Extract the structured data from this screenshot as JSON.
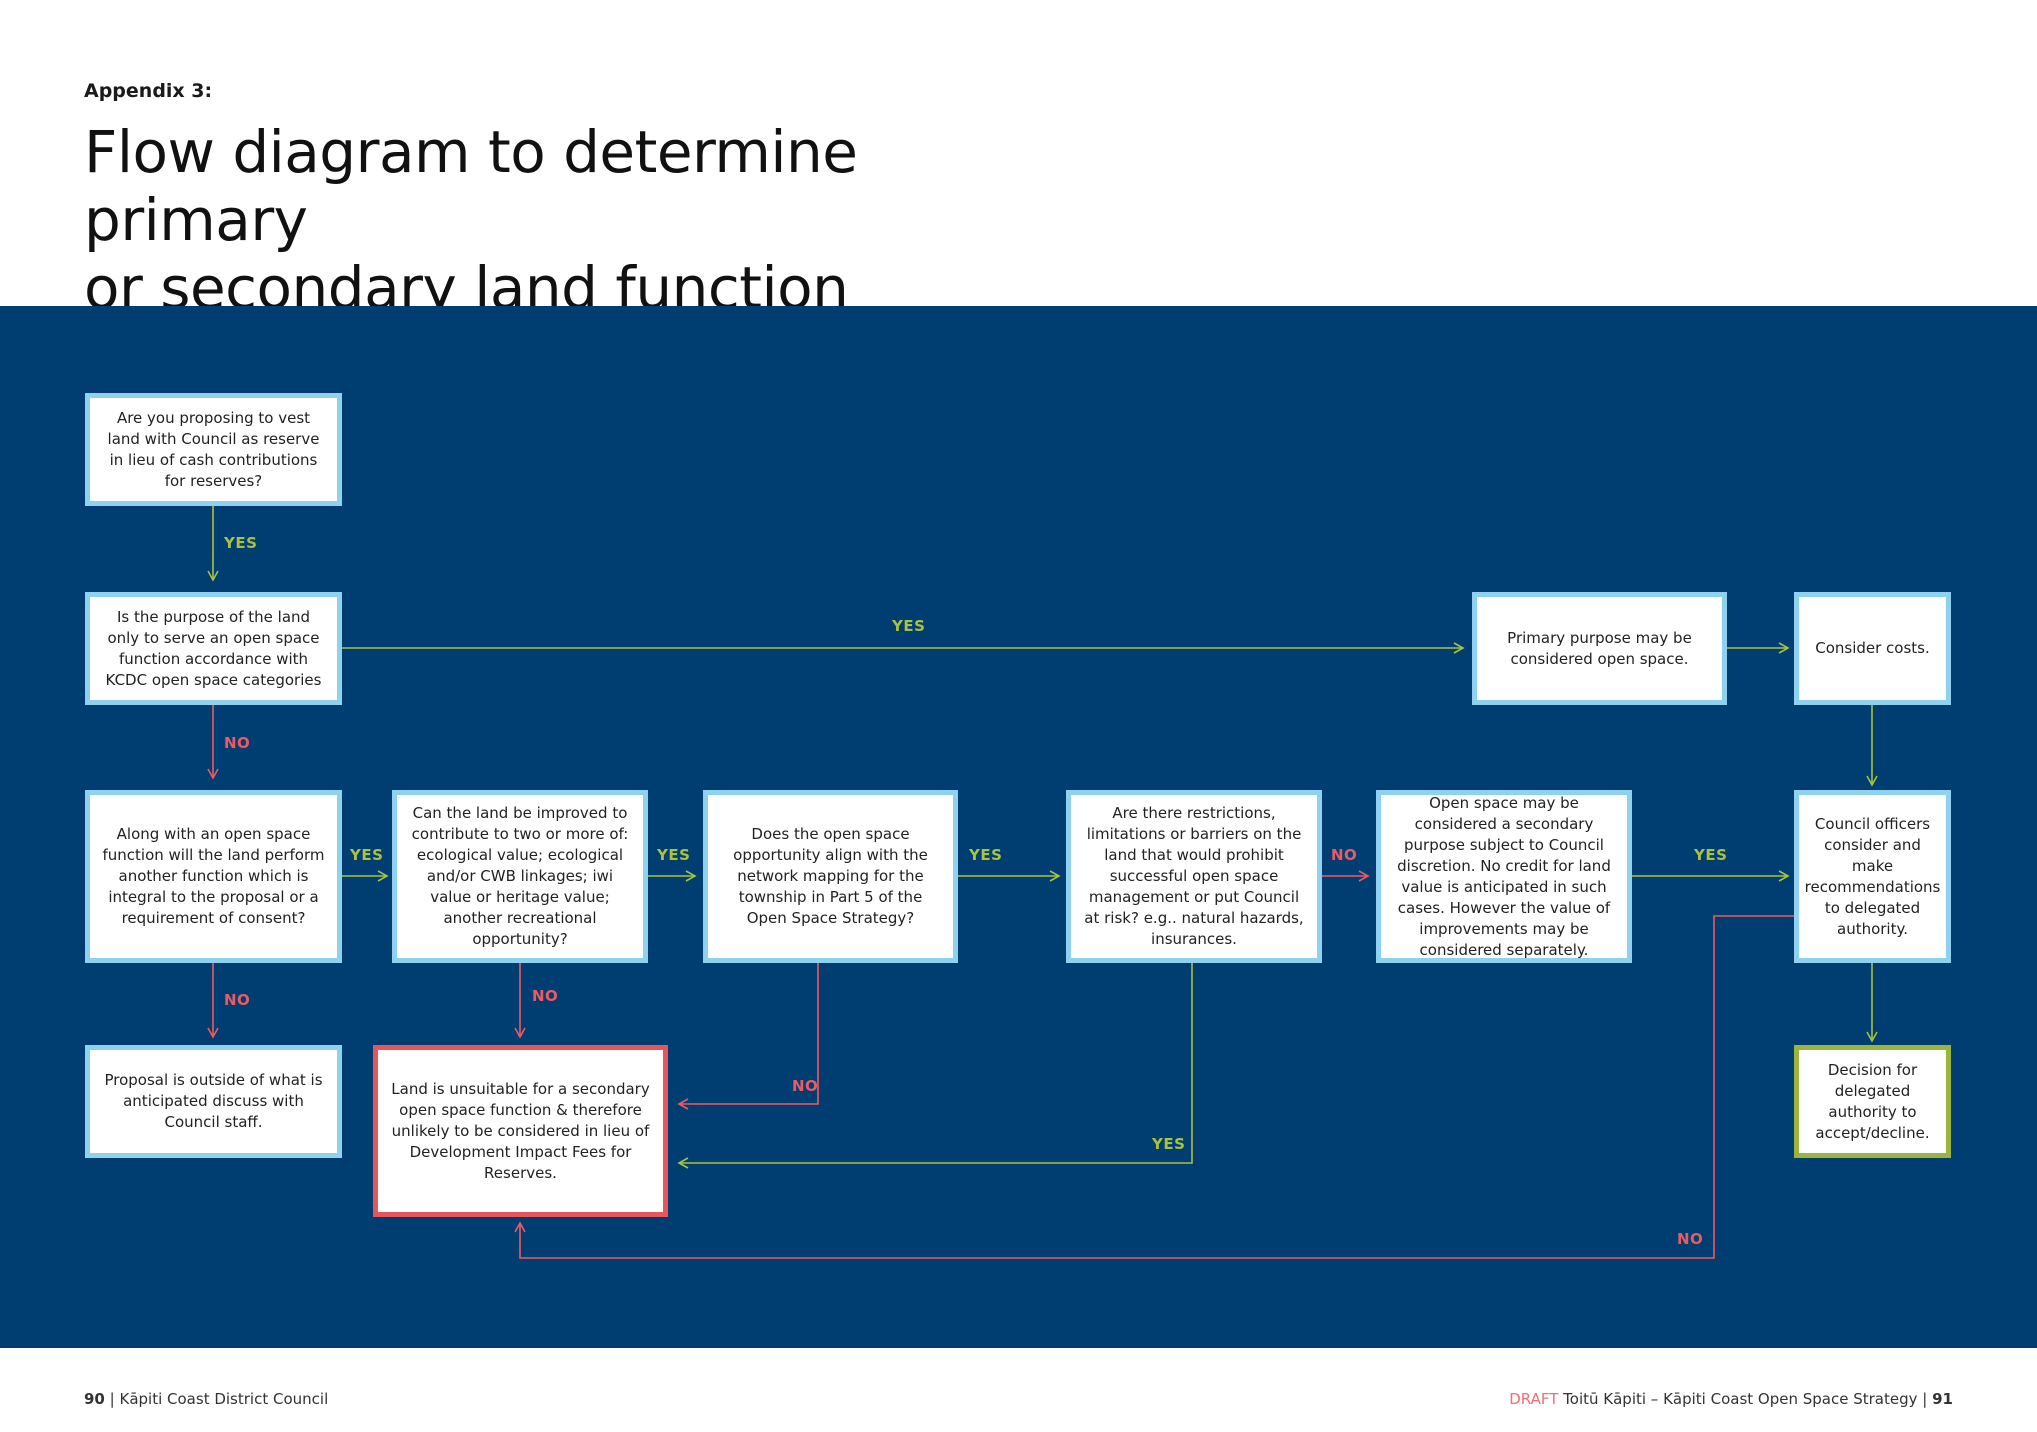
{
  "header": {
    "appendix": "Appendix 3:",
    "title_line1": "Flow diagram to determine primary",
    "title_line2": "or secondary land function"
  },
  "nodes": {
    "q_vest": "Are you proposing to vest land with Council as reserve in lieu of cash contributions for reserves?",
    "q_purpose": "Is the purpose of the land only to serve an open space function accordance with KCDC open space categories",
    "primary": "Primary purpose may be considered open space.",
    "costs": "Consider costs.",
    "q_other_function": "Along with an open space function will the land perform another function which is integral to the proposal or a requirement of consent?",
    "q_improved": "Can the land be improved to contribute to two or more of: ecological value; ecological and/or CWB linkages; iwi value or heritage value; another recreational opportunity?",
    "q_align": "Does the open space opportunity align with the network mapping for the township in Part 5 of the Open Space Strategy?",
    "q_restrictions": "Are there restrictions, limitations or barriers on the land that would prohibit successful open space management or put Council at risk? e.g.. natural hazards, insurances.",
    "secondary": "Open space may be considered a secondary purpose subject to Council discretion. No credit for land value is anticipated in such cases. However the value of improvements may be considered separately.",
    "officers": "Council officers consider and make recommendations to delegated authority.",
    "outside": "Proposal is outside of what is anticipated discuss with Council staff.",
    "unsuitable": "Land is unsuitable for a secondary open space function & therefore unlikely to be considered in lieu of Development Impact Fees for Reserves.",
    "decision": "Decision for delegated authority to accept/decline."
  },
  "labels": {
    "yes": "YES",
    "no": "NO"
  },
  "colors": {
    "panel": "#003e71",
    "box_border": "#8fd2f0",
    "red": "#e9555d",
    "green": "#9bb43c",
    "yes_line": "#a9c23f",
    "no_line": "#ee5a61"
  },
  "footer": {
    "left_page": "90",
    "left_text": "Kāpiti Coast District Council",
    "draft": "DRAFT",
    "right_text": "Toitū Kāpiti – Kāpiti Coast Open Space Strategy",
    "right_page": "91",
    "separator": "|"
  }
}
